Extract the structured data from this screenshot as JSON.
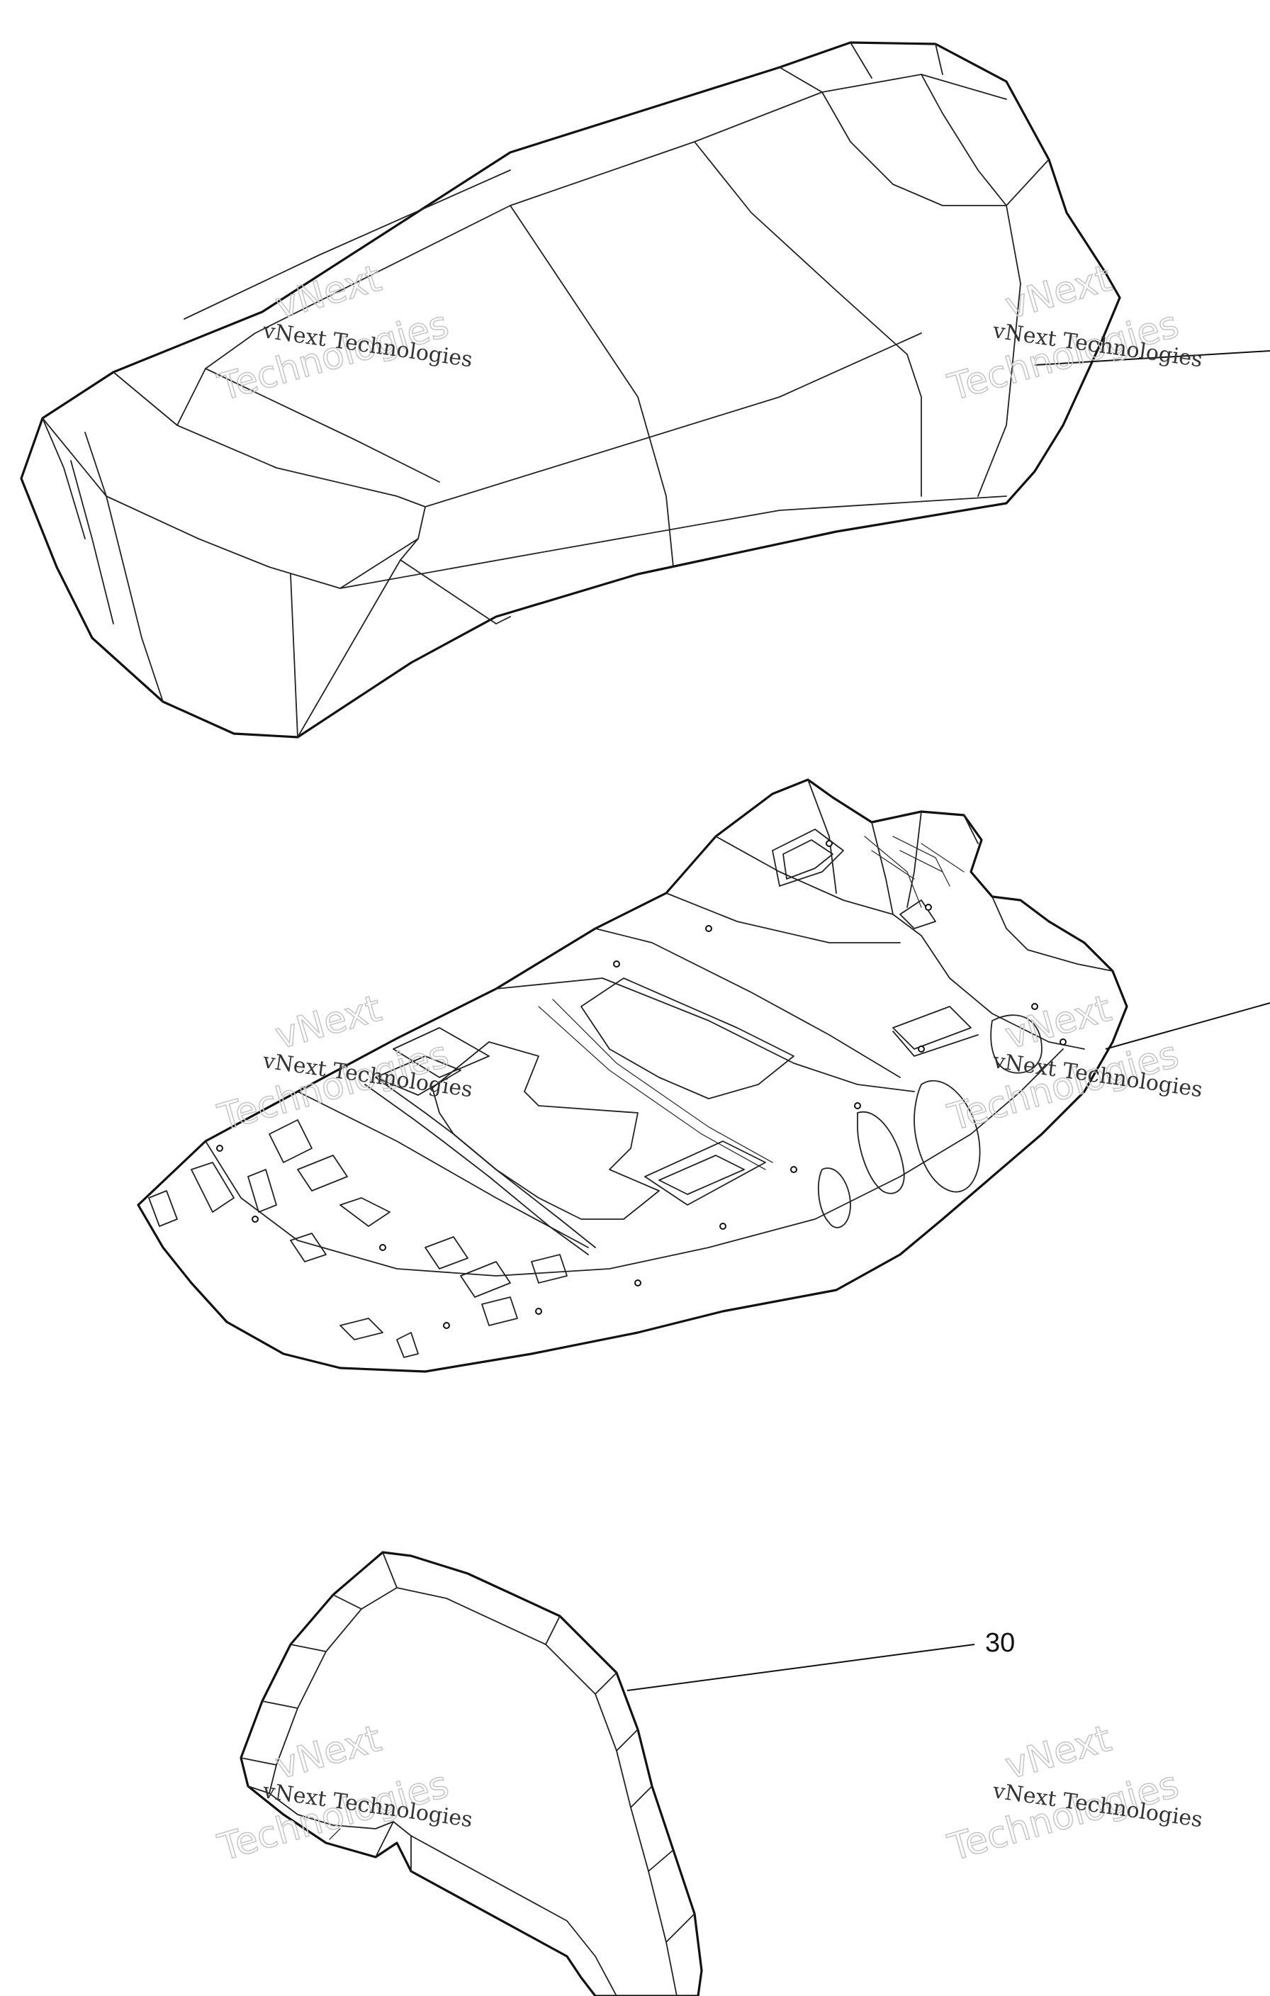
{
  "watermark": {
    "line1": "vNext Technologies",
    "line2a": "vNext",
    "line2b": "Technologies"
  },
  "callouts": {
    "backrest_pad": "30"
  }
}
